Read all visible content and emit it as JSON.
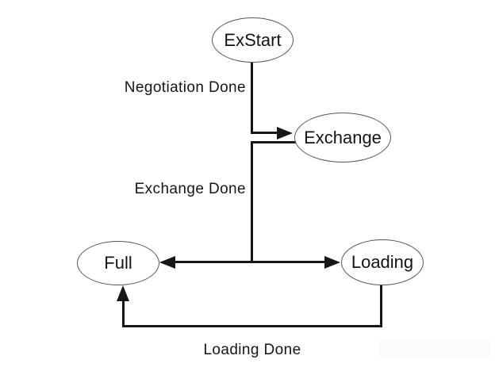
{
  "nodes": {
    "exstart": {
      "label": "ExStart"
    },
    "exchange": {
      "label": "Exchange"
    },
    "full": {
      "label": "Full"
    },
    "loading": {
      "label": "Loading"
    }
  },
  "edges": {
    "negotiation_done": {
      "label": "Negotiation Done"
    },
    "exchange_done": {
      "label": "Exchange Done"
    },
    "loading_done": {
      "label": "Loading Done"
    }
  },
  "transitions": [
    {
      "from": "ExStart",
      "to": "Exchange",
      "label": "Negotiation Done"
    },
    {
      "from": "Exchange",
      "to": "Loading",
      "label": "Exchange Done"
    },
    {
      "from": "Exchange",
      "to": "Full",
      "label": "Exchange Done"
    },
    {
      "from": "Loading",
      "to": "Full",
      "label": "Loading Done"
    }
  ],
  "colors": {
    "background": "#ffffff",
    "line": "#161616",
    "ellipse_stroke": "#555555",
    "text": "#141414"
  }
}
